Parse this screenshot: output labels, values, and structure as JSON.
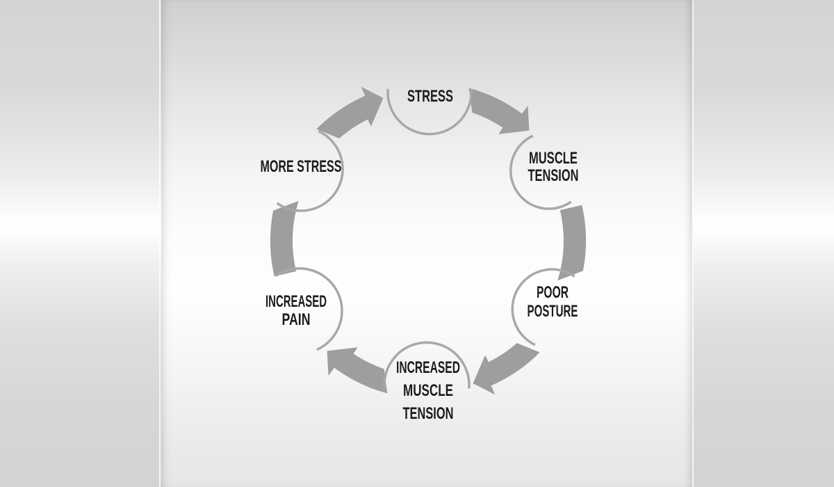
{
  "diagram": {
    "type": "cycle",
    "direction": "clockwise",
    "nodes": [
      {
        "id": "stress",
        "label": "STRESS",
        "lines": [
          "STRESS"
        ]
      },
      {
        "id": "muscle-tension",
        "label": "MUSCLE TENSION",
        "lines": [
          "MUSCLE",
          "TENSION"
        ]
      },
      {
        "id": "poor-posture",
        "label": "POOR POSTURE",
        "lines": [
          "POOR",
          "POSTURE"
        ]
      },
      {
        "id": "increased-muscle-tension",
        "label": "INCREASED MUSCLE TENSION",
        "lines": [
          "INCREASED",
          "MUSCLE",
          "TENSION"
        ]
      },
      {
        "id": "increased-pain",
        "label": "INCREASED PAIN",
        "lines": [
          "INCREASED",
          "PAIN"
        ]
      },
      {
        "id": "more-stress",
        "label": "MORE STRESS",
        "lines": [
          "MORE STRESS"
        ]
      }
    ],
    "edges": [
      {
        "from": "stress",
        "to": "muscle-tension"
      },
      {
        "from": "muscle-tension",
        "to": "poor-posture"
      },
      {
        "from": "poor-posture",
        "to": "increased-muscle-tension"
      },
      {
        "from": "increased-muscle-tension",
        "to": "increased-pain"
      },
      {
        "from": "increased-pain",
        "to": "more-stress"
      },
      {
        "from": "more-stress",
        "to": "stress"
      }
    ],
    "colors": {
      "label_text": "#1c1c1c",
      "arrow_fill": "#9e9e9e",
      "circle_stroke": "#a8a8a8",
      "background_gray": "#d5d5d5",
      "background_highlight": "#ffffff"
    }
  }
}
